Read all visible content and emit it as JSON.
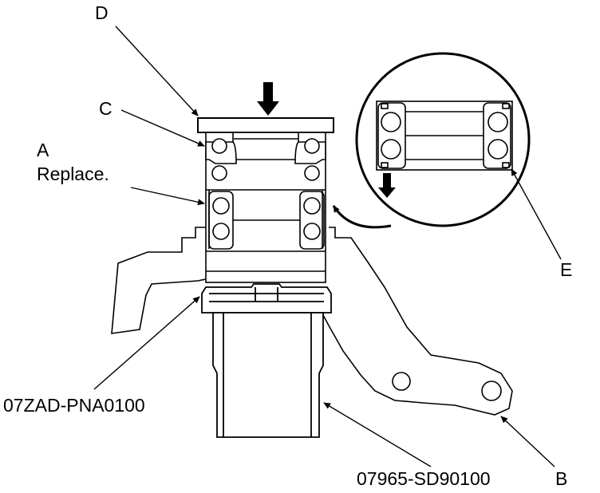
{
  "labels": {
    "d": "D",
    "c": "C",
    "a": "A",
    "a_note": "Replace.",
    "e": "E",
    "tool_1": "07ZAD-PNA0100",
    "tool_2": "07965-SD90100",
    "b": "B"
  },
  "colors": {
    "line": "#000000",
    "fill": "#ffffff"
  }
}
